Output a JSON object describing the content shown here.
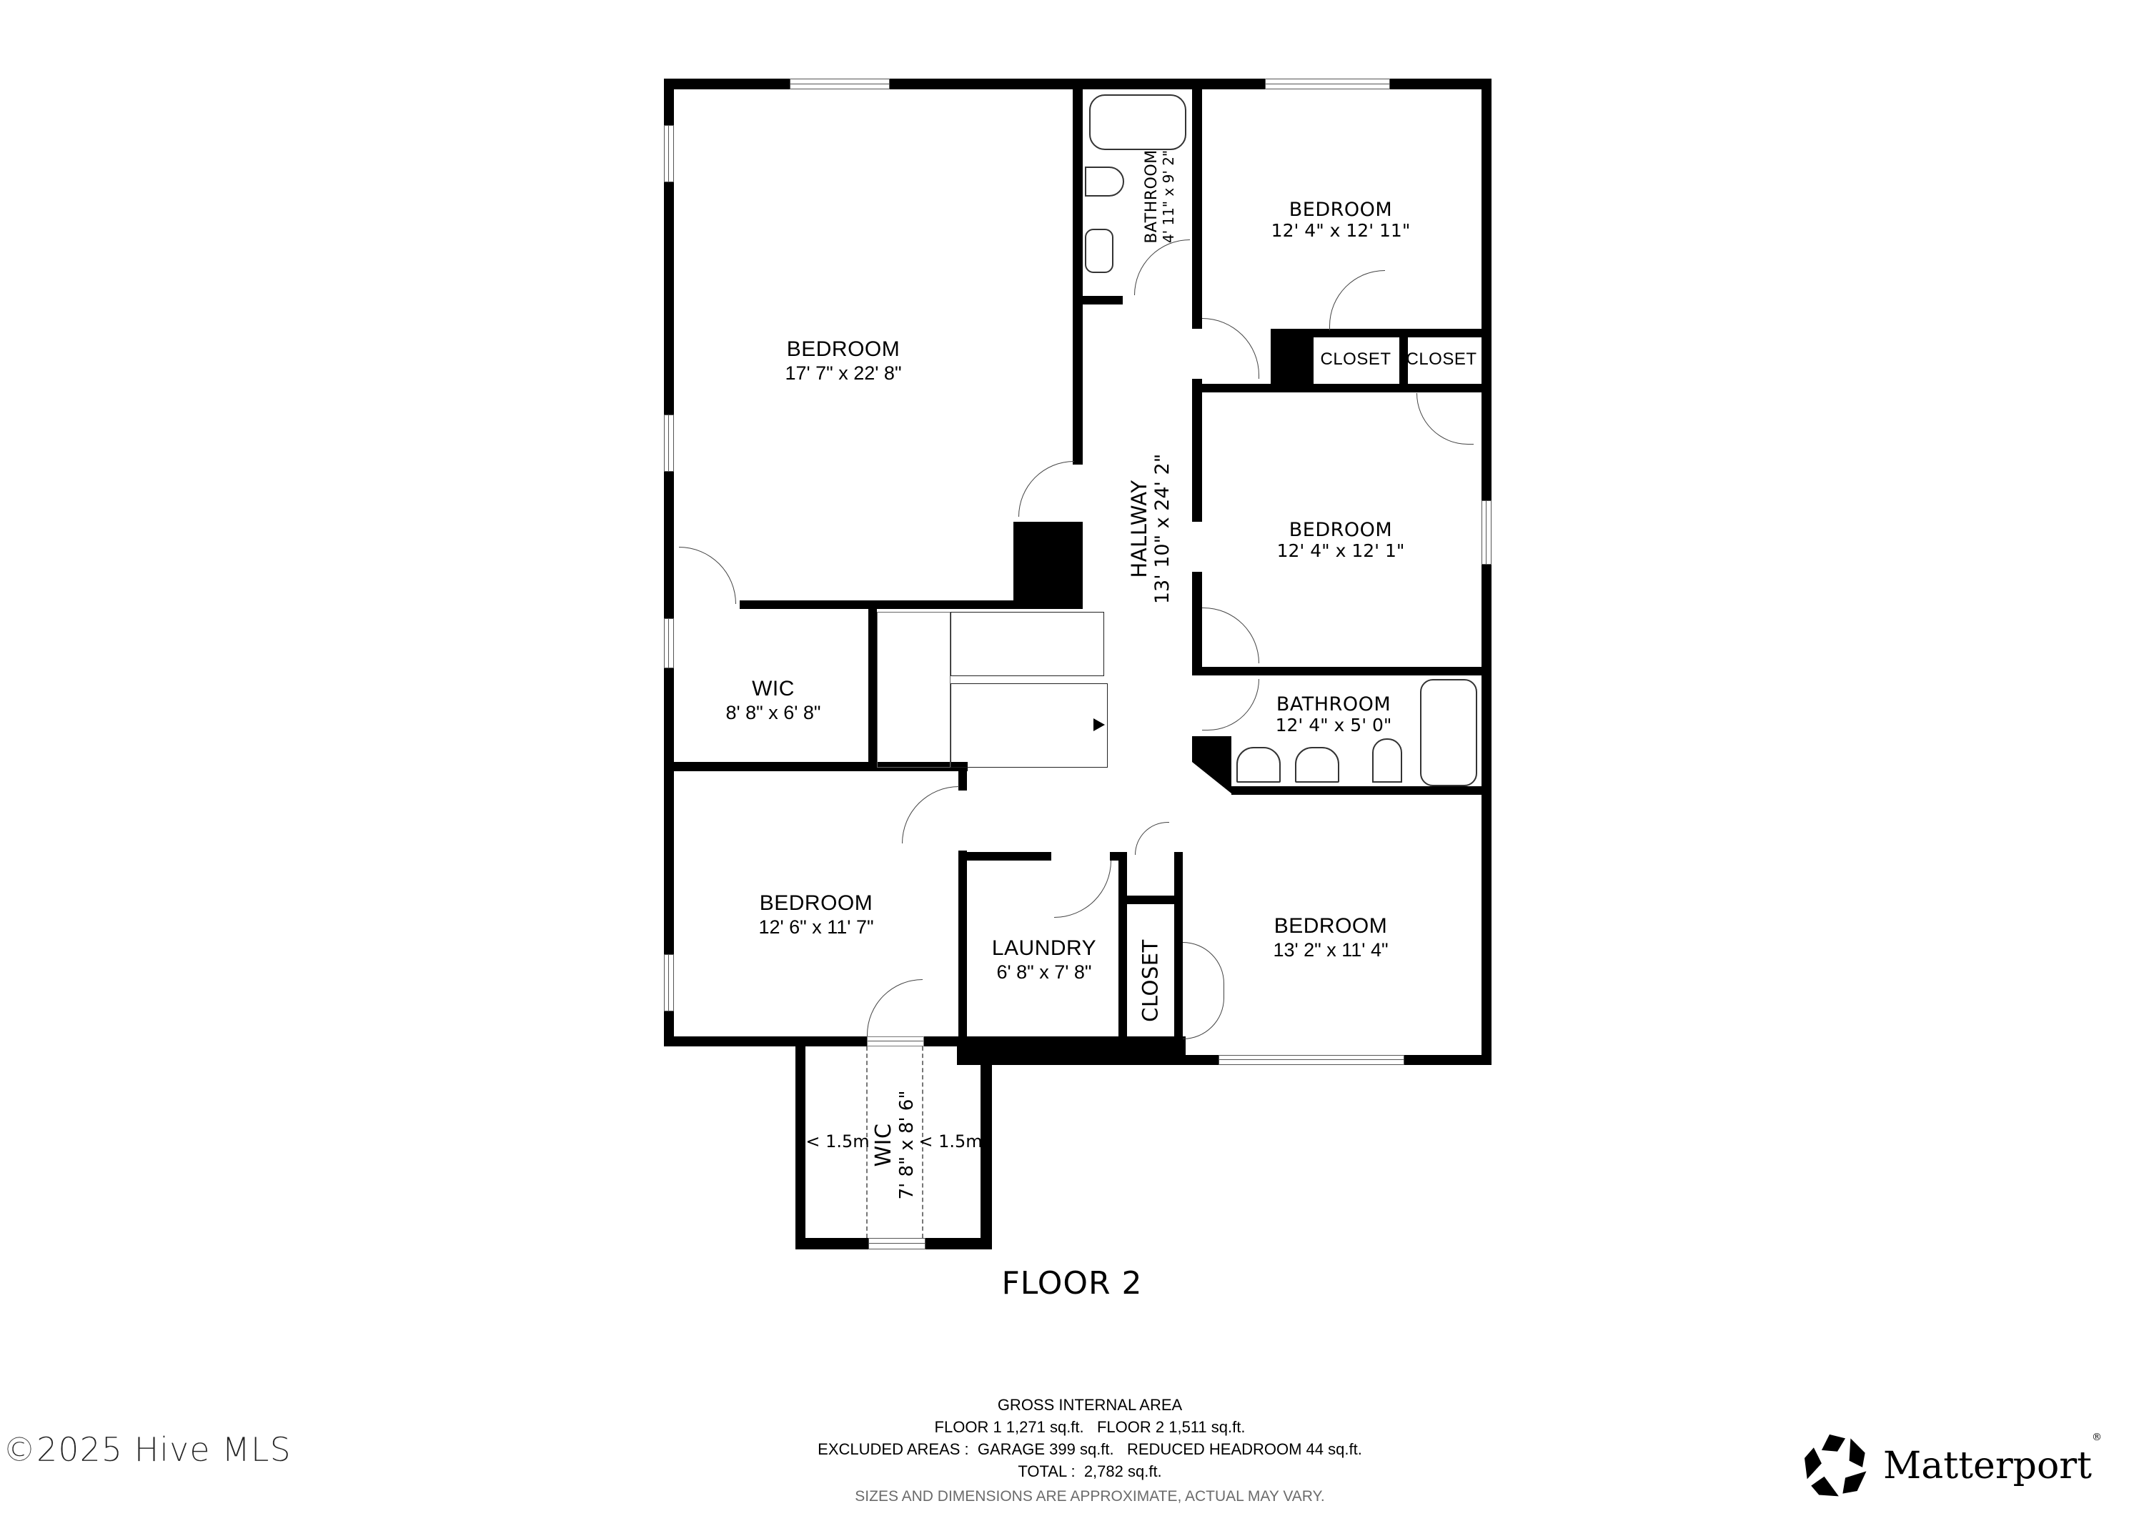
{
  "floor_plan": {
    "title": "FLOOR 2",
    "rooms": [
      {
        "name": "BEDROOM",
        "dims": "17' 7\" x 22' 8\""
      },
      {
        "name": "BATHROOM",
        "dims": "4' 11\" x 9' 2\""
      },
      {
        "name": "BEDROOM",
        "dims": "12' 4\" x 12' 11\""
      },
      {
        "name": "CLOSET",
        "dims": ""
      },
      {
        "name": "CLOSET",
        "dims": ""
      },
      {
        "name": "HALLWAY",
        "dims": "13' 10\" x 24' 2\""
      },
      {
        "name": "BEDROOM",
        "dims": "12' 4\" x 12' 1\""
      },
      {
        "name": "BATHROOM",
        "dims": "12' 4\" x 5' 0\""
      },
      {
        "name": "WIC",
        "dims": "8' 8\" x 6' 8\""
      },
      {
        "name": "BEDROOM",
        "dims": "12' 6\" x 11' 7\""
      },
      {
        "name": "LAUNDRY",
        "dims": "6' 8\" x 7' 8\""
      },
      {
        "name": "CLOSET",
        "dims": ""
      },
      {
        "name": "BEDROOM",
        "dims": "13' 2\" x 11' 4\""
      },
      {
        "name": "WIC",
        "dims": "7' 8\" x 8' 6\""
      }
    ],
    "headroom_markers": [
      "< 1.5m",
      "< 1.5m"
    ]
  },
  "area_summary": {
    "heading": "GROSS INTERNAL AREA",
    "floors_line": "FLOOR 1 1,271 sq.ft.   FLOOR 2 1,511 sq.ft.",
    "excluded_line": "EXCLUDED AREAS :  GARAGE 399 sq.ft.   REDUCED HEADROOM 44 sq.ft.",
    "total_line": "TOTAL :  2,782 sq.ft.",
    "disclaimer": "SIZES AND DIMENSIONS ARE APPROXIMATE, ACTUAL MAY VARY."
  },
  "watermark": {
    "copyright": "©2025 Hive MLS"
  },
  "branding": {
    "logo_text": "Matterport",
    "registered": "®",
    "icon": "matterport-pentagon-icon"
  },
  "colors": {
    "wall": "#000000",
    "background": "#ffffff",
    "disclaimer": "#6b6b6b"
  }
}
